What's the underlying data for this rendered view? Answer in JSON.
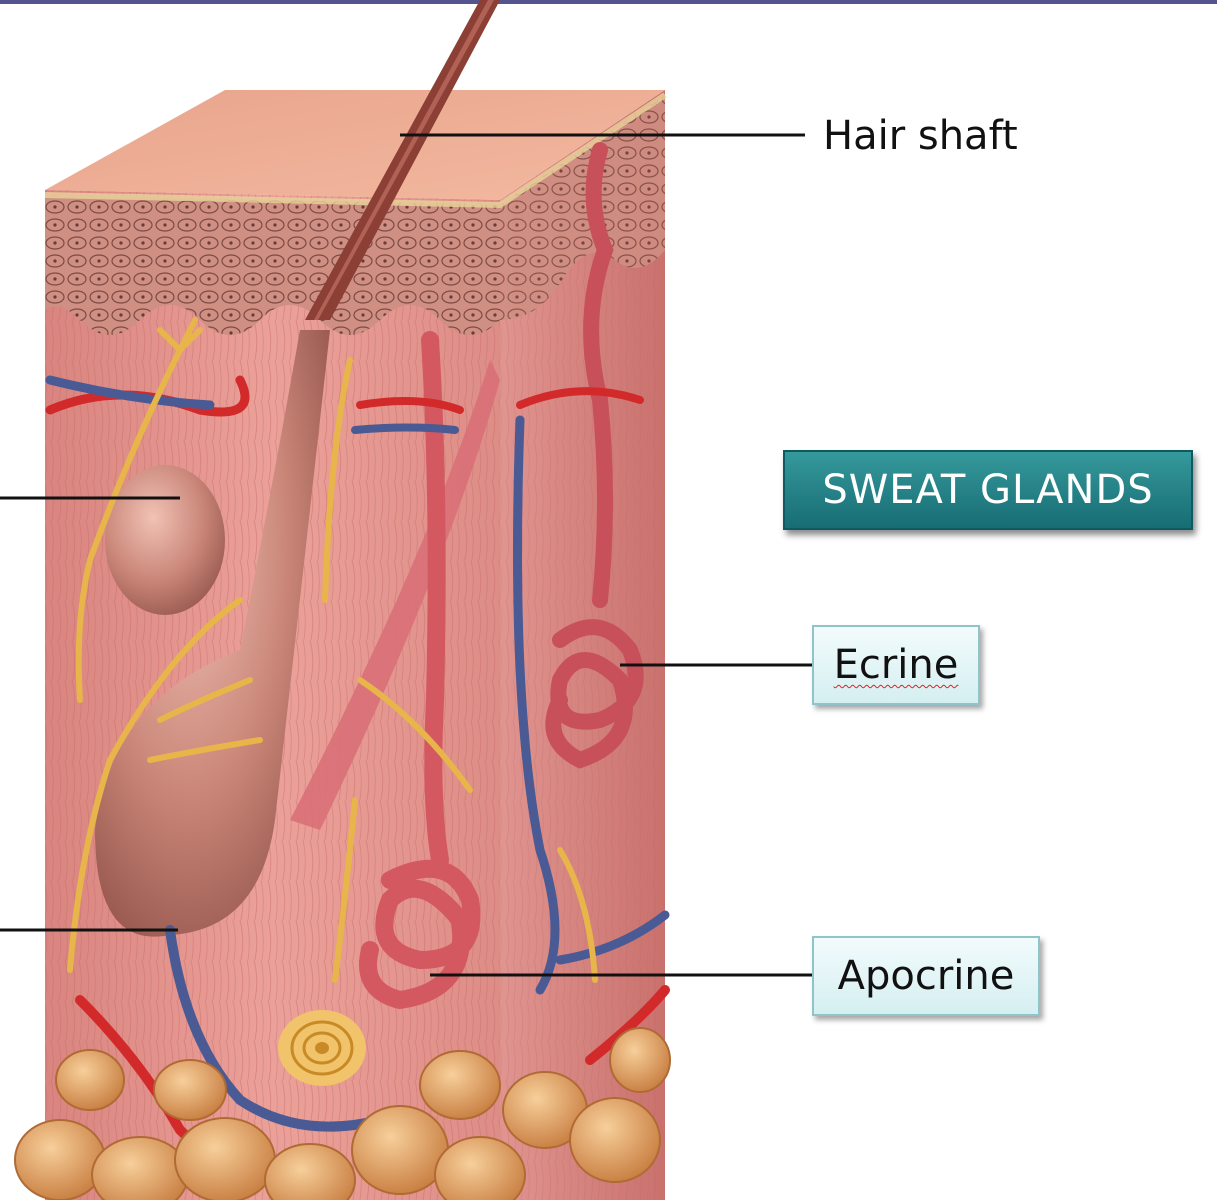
{
  "title": "SWEAT GLANDS",
  "labels": {
    "hair_shaft": "Hair shaft",
    "ecrine": "Ecrine",
    "apocrine": "Apocrine"
  },
  "colors": {
    "title_bg": "#1f7d83",
    "box_bg": "#dff3f5",
    "skin": "#e8938e",
    "epidermis": "#c98d7e",
    "fat": "#e0a062",
    "artery": "#d22a2a",
    "vein": "#4a5a94",
    "nerve": "#e7b54a"
  }
}
